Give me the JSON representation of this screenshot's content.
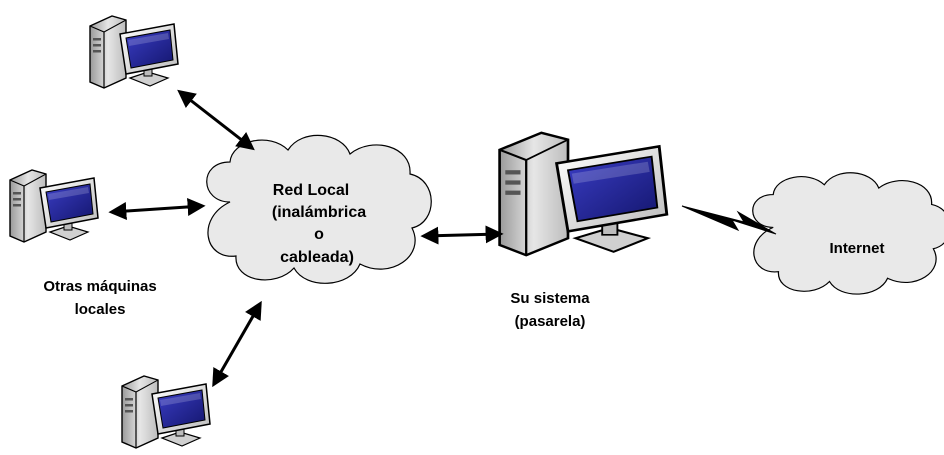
{
  "diagram": {
    "lan_cloud": {
      "line1": "Red Local",
      "line2": "(inalámbrica",
      "line3": "o",
      "line4": "cableada)"
    },
    "internet_cloud": {
      "label": "Internet"
    },
    "local_machines": {
      "line1": "Otras máquinas",
      "line2": "locales"
    },
    "gateway": {
      "line1": "Su sistema",
      "line2": "(pasarela)"
    }
  },
  "colors": {
    "cloud_fill": "#e9e9e9",
    "monitor_screen": "#1d1f8f",
    "tower": "#d8d8d8",
    "outline": "#000000"
  }
}
